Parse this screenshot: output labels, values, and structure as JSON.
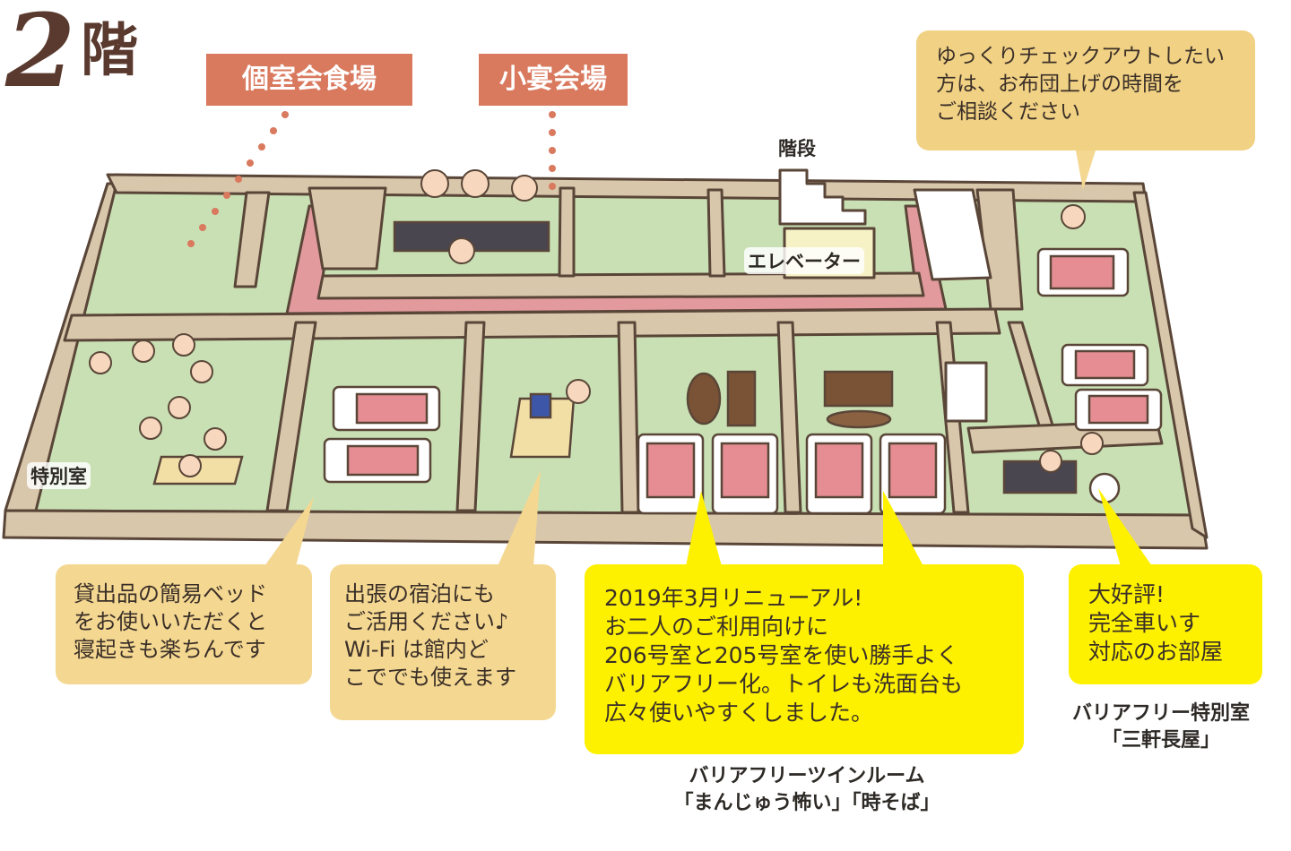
{
  "floor": {
    "number": "2",
    "suffix": "階"
  },
  "tags": {
    "private_dining": "個室会食場",
    "small_banquet": "小宴会場"
  },
  "map_labels": {
    "stairs": "階段",
    "elevator": "エレベーター",
    "special_room": "特別室"
  },
  "callouts": {
    "checkout": "ゆっくりチェックアウトしたい\n方は、お布団上げの時間を\nご相談ください",
    "bed": "貸出品の簡易ベッド\nをお使いいただくと\n寝起きも楽ちんです",
    "business": "出張の宿泊にも\nご活用ください♪\nWi-Fi は館内ど\nこででも使えます",
    "renewal": "2019年3月リニューアル!\nお二人のご利用向けに\n206号室と205号室を使い勝手よく\nバリアフリー化。トイレも洗面台も\n広々使いやすくしました。",
    "wheelchair": "大好評!\n完全車いす\n対応のお部屋"
  },
  "place_labels": {
    "twin_room": "バリアフリーツインルーム\n「まんじゅう怖い」「時そば」",
    "special_barrier_free": "バリアフリー特別室\n「三軒長屋」"
  },
  "colors": {
    "wall": "#d8c7ab",
    "wall_dark": "#5a4638",
    "tatami": "#c9e0b4",
    "corridor": "#e29a9d",
    "futon": "#e58d92",
    "tag": "#d9795e",
    "bubble_soft": "#f4d791",
    "bubble_yellow": "#fdf100"
  }
}
